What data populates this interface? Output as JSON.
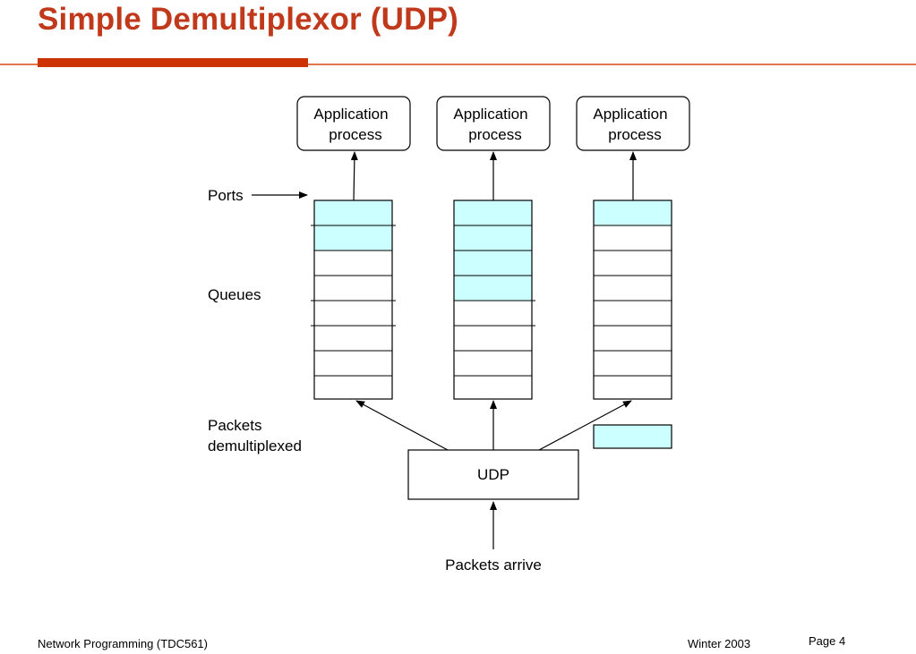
{
  "slide": {
    "title": "Simple Demultiplexor (UDP)"
  },
  "colors": {
    "title": "#c0391b",
    "accent": "#cc3300",
    "rule": "#e0774e",
    "queue_fill": "#ccffff",
    "stroke": "#000000"
  },
  "diagram": {
    "app_processes": [
      {
        "line1": "Application",
        "line2": "process"
      },
      {
        "line1": "Application",
        "line2": "process"
      },
      {
        "line1": "Application",
        "line2": "process"
      }
    ],
    "ports_label": "Ports",
    "queues_label": "Queues",
    "packets_demux_line1": "Packets",
    "packets_demux_line2": "demultiplexed",
    "udp_label": "UDP",
    "packets_arrive_label": "Packets arrive",
    "queues": [
      {
        "filled_slots": 2
      },
      {
        "filled_slots": 4
      },
      {
        "filled_slots": 1
      }
    ]
  },
  "footer": {
    "course": "Network Programming (TDC561)",
    "term": "Winter  2003",
    "page": "Page 4"
  }
}
